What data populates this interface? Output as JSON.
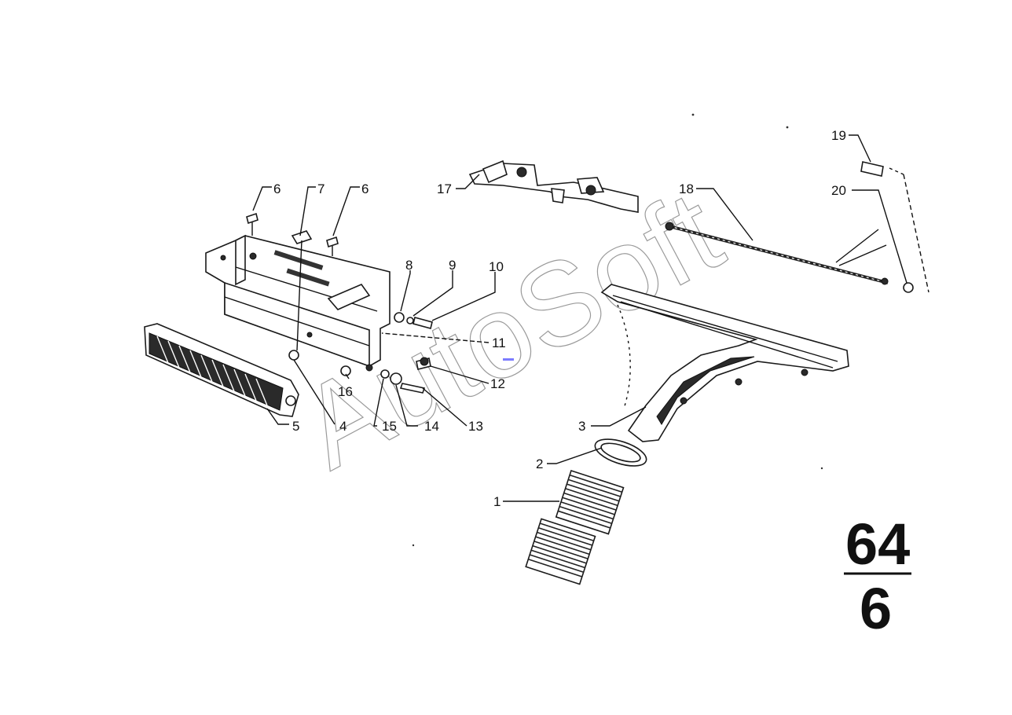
{
  "watermark": "AutoSoft",
  "page_number": {
    "top": "64",
    "bottom": "6"
  },
  "callouts": [
    "1",
    "2",
    "3",
    "4",
    "5",
    "6",
    "6",
    "7",
    "8",
    "9",
    "10",
    "11",
    "12",
    "13",
    "14",
    "15",
    "16",
    "17",
    "18",
    "19",
    "20"
  ]
}
